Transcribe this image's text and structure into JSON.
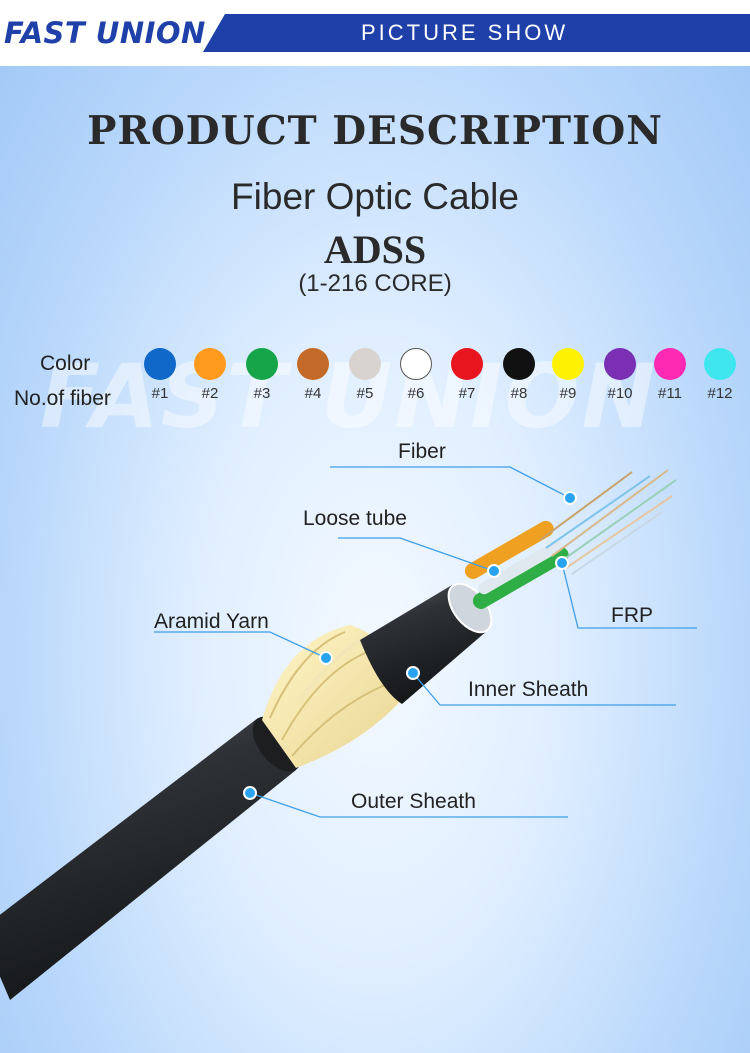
{
  "header": {
    "logo": "FAST UNION",
    "banner_title": "PICTURE SHOW",
    "colors": {
      "brand_blue": "#1e40a8",
      "header_bg": "#ffffff"
    }
  },
  "watermark": "FAST UNION",
  "main": {
    "section_heading": "PRODUCT DESCRIPTION",
    "product_name": "Fiber Optic Cable",
    "product_model": "ADSS",
    "core_range": "(1-216 CORE)"
  },
  "color_code": {
    "color_label": "Color",
    "fiber_label": "No.of fiber",
    "fibers": [
      {
        "number": "#1",
        "color": "#1068c8"
      },
      {
        "number": "#2",
        "color": "#ff9a1e"
      },
      {
        "number": "#3",
        "color": "#17a54a"
      },
      {
        "number": "#4",
        "color": "#c46a28"
      },
      {
        "number": "#5",
        "color": "#d9d3cf"
      },
      {
        "number": "#6",
        "color": "#ffffff"
      },
      {
        "number": "#7",
        "color": "#e8141e"
      },
      {
        "number": "#8",
        "color": "#111111"
      },
      {
        "number": "#9",
        "color": "#fff200"
      },
      {
        "number": "#10",
        "color": "#7a2fb5"
      },
      {
        "number": "#11",
        "color": "#ff2ab4"
      },
      {
        "number": "#12",
        "color": "#3fe6ee"
      }
    ]
  },
  "cable_parts": {
    "fiber": "Fiber",
    "loose_tube": "Loose tube",
    "frp": "FRP",
    "aramid_yarn": "Aramid Yarn",
    "inner_sheath": "Inner Sheath",
    "outer_sheath": "Outer Sheath"
  }
}
